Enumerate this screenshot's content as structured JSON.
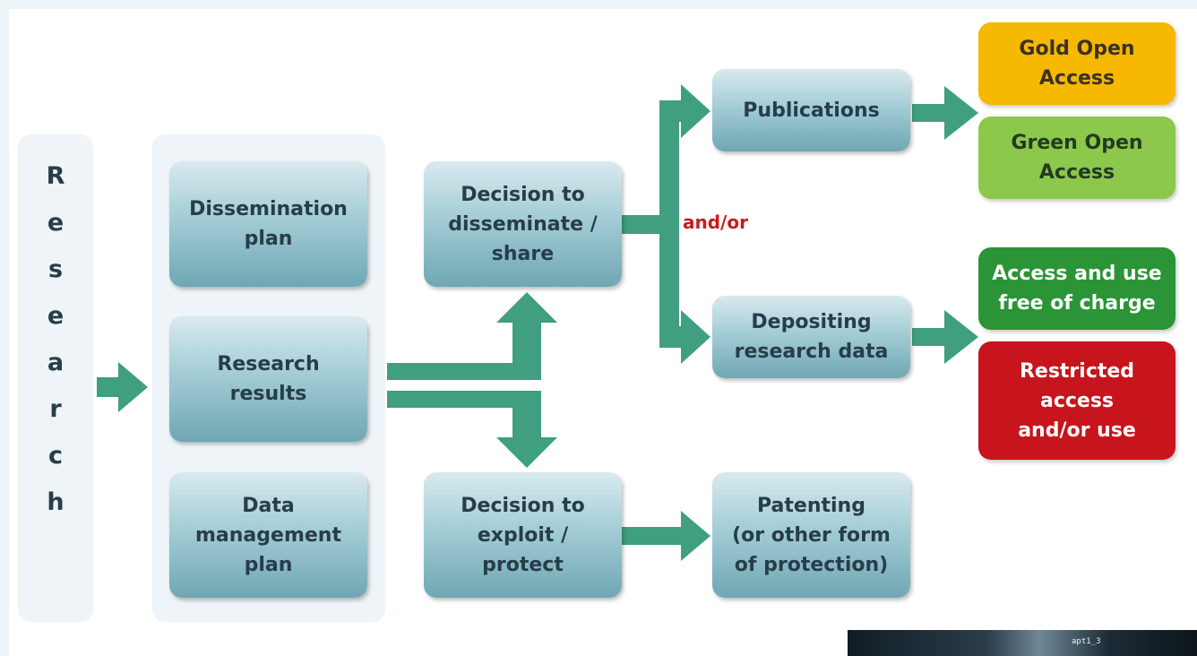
{
  "research_label": [
    "R",
    "e",
    "s",
    "e",
    "a",
    "r",
    "c",
    "h"
  ],
  "plans": {
    "dissemination": "Dissemination\nplan",
    "results": "Research\nresults",
    "data_management": "Data\nmanagement\nplan"
  },
  "decisions": {
    "disseminate": "Decision to\ndisseminate /\nshare",
    "exploit": "Decision to\nexploit /\nprotect"
  },
  "outputs": {
    "publications": "Publications",
    "depositing": "Depositing\nresearch data",
    "patenting": "Patenting\n(or other form\nof protection)"
  },
  "connector_label": "and/or",
  "destinations": {
    "gold": "Gold Open\nAccess",
    "green": "Green Open\nAccess",
    "free": "Access and use\nfree of charge",
    "restricted": "Restricted\naccess\nand/or use"
  },
  "thumbnail_text": "apt1_3",
  "colors": {
    "teal_text": "#273d4a",
    "arrow": "#3f9f80",
    "gold": "#f6b800",
    "green_light": "#8cc84b",
    "green_dark": "#2a9436",
    "red": "#c8141c",
    "andor": "#c81c1c"
  }
}
